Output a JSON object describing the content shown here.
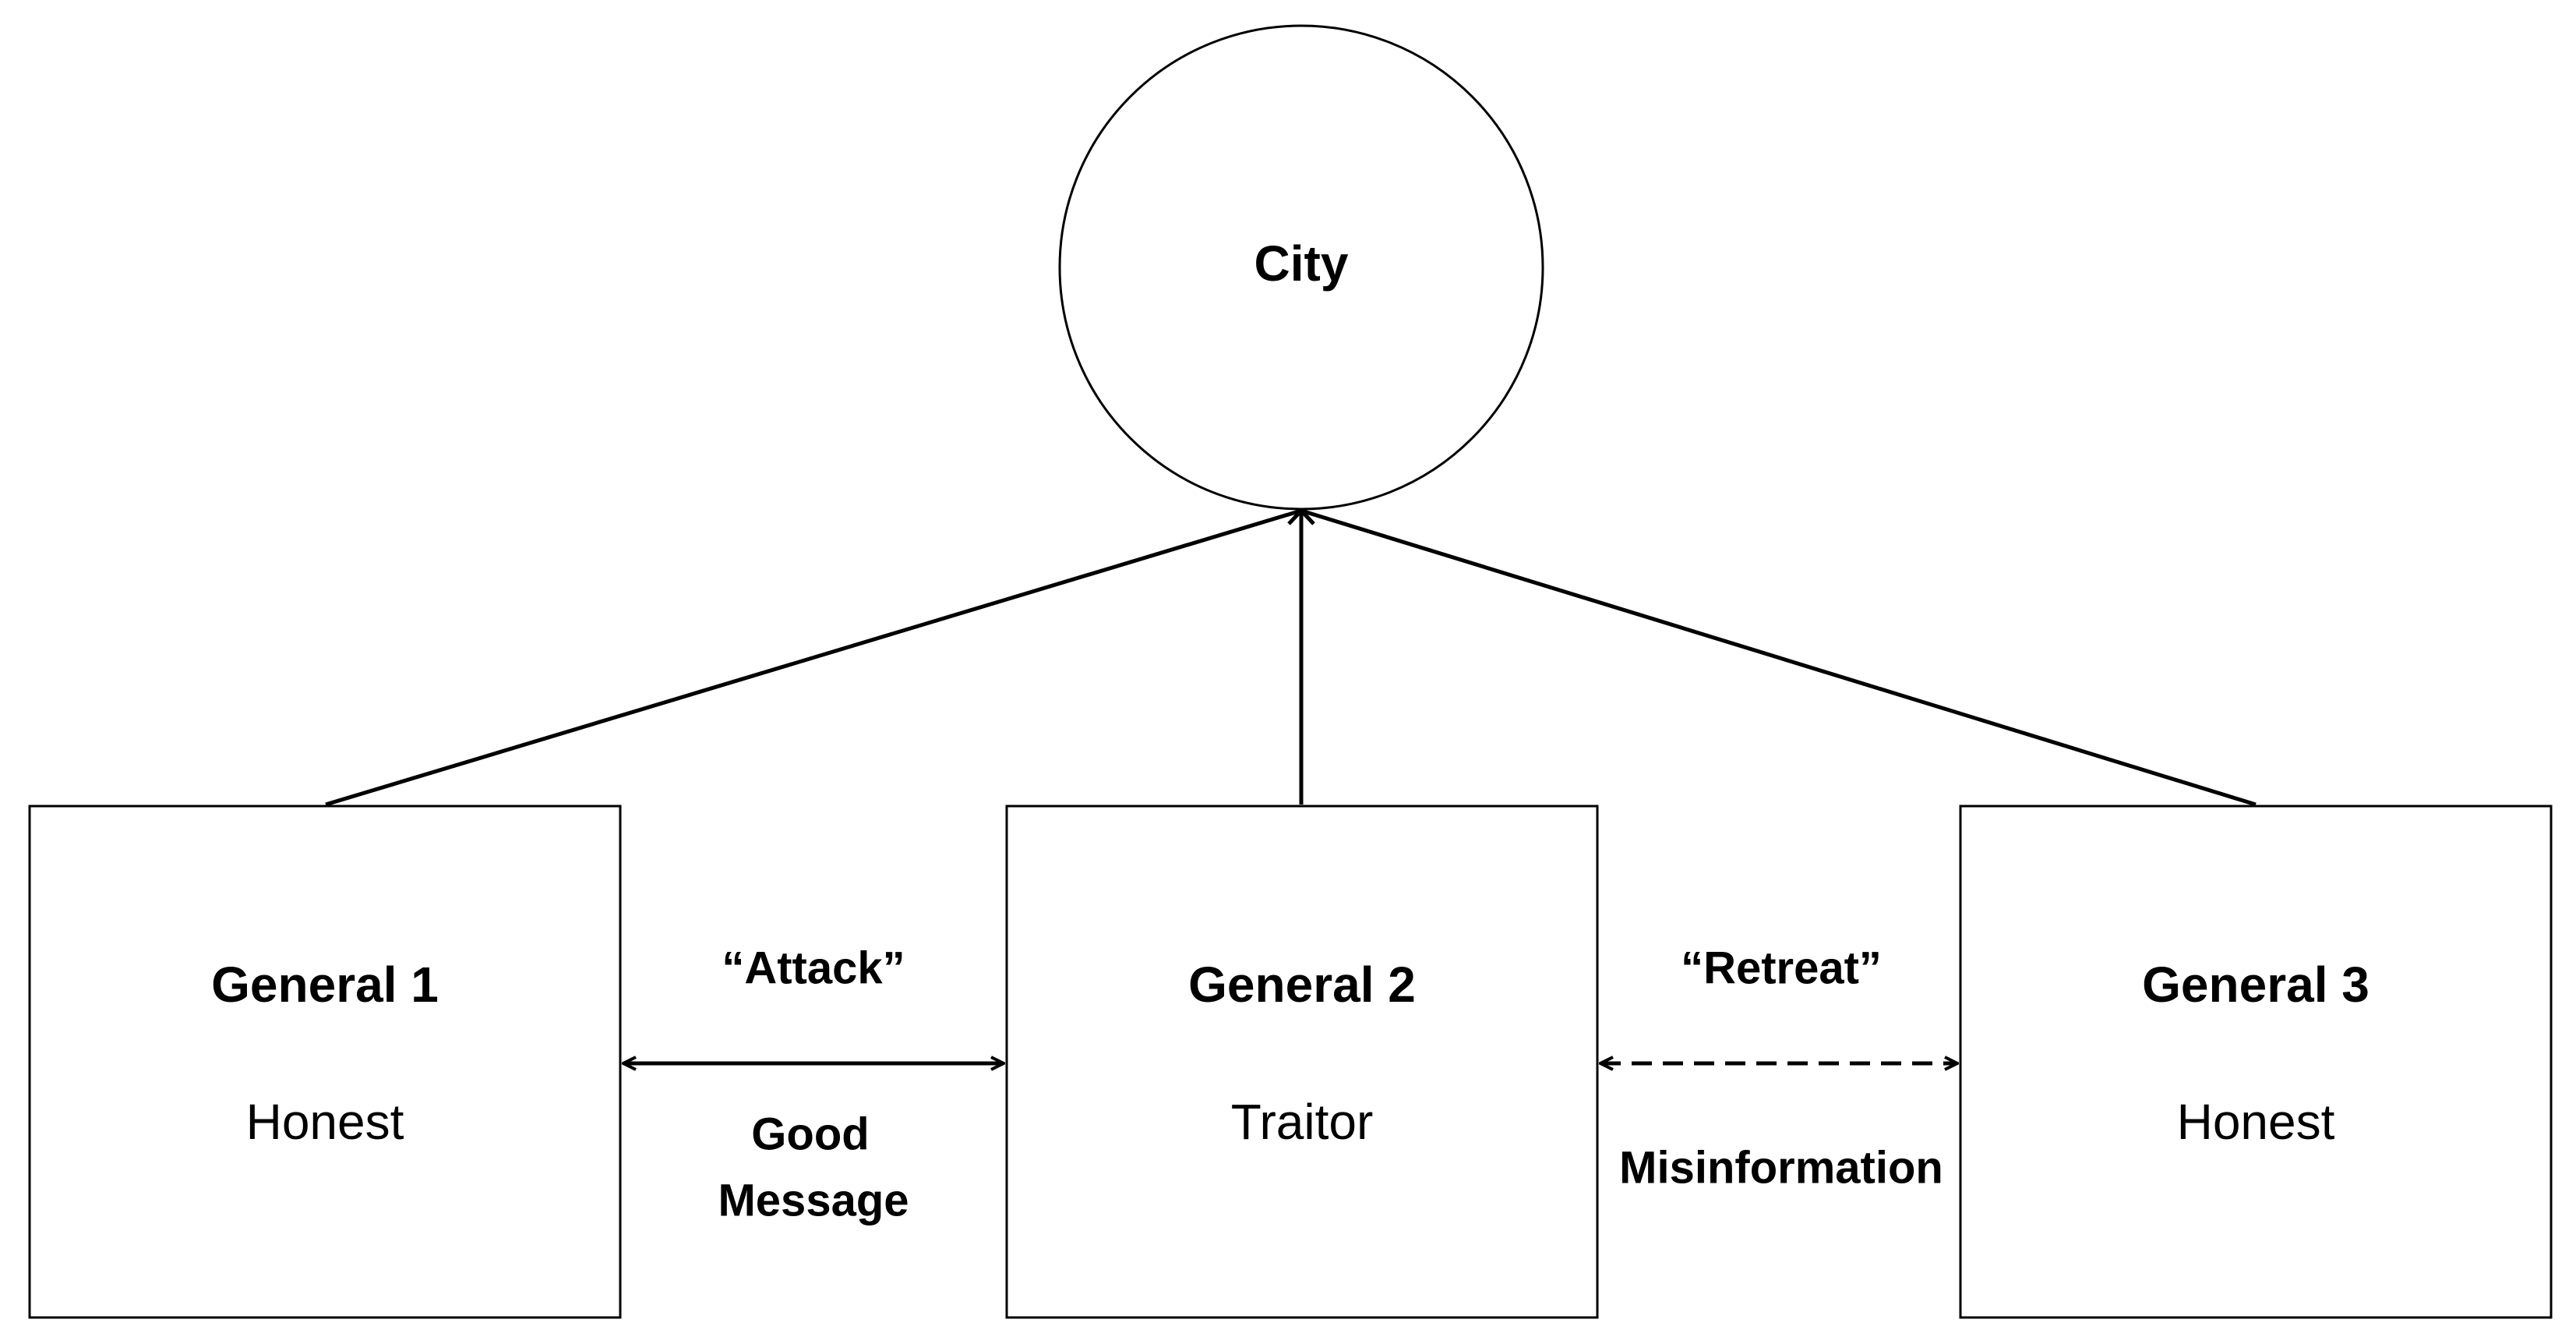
{
  "city": {
    "label": "City"
  },
  "generals": [
    {
      "name": "General 1",
      "role": "Honest"
    },
    {
      "name": "General 2",
      "role": "Traitor"
    },
    {
      "name": "General 3",
      "role": "Honest"
    }
  ],
  "links": [
    {
      "message": "“Attack”",
      "caption_line1": "Good",
      "caption_line2": "Message",
      "style": "solid"
    },
    {
      "message": "“Retreat”",
      "caption": "Misinformation",
      "style": "dashed"
    }
  ],
  "colors": {
    "stroke": "#000000",
    "background": "#ffffff"
  }
}
